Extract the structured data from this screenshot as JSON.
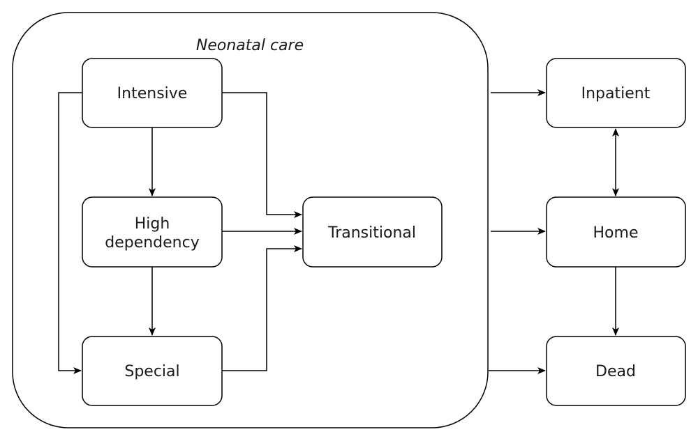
{
  "diagram": {
    "group_label": "Neonatal care",
    "nodes": {
      "intensive": "Intensive",
      "high_dependency_line1": "High",
      "high_dependency_line2": "dependency",
      "special": "Special",
      "transitional": "Transitional",
      "inpatient": "Inpatient",
      "home": "Home",
      "dead": "Dead"
    }
  }
}
